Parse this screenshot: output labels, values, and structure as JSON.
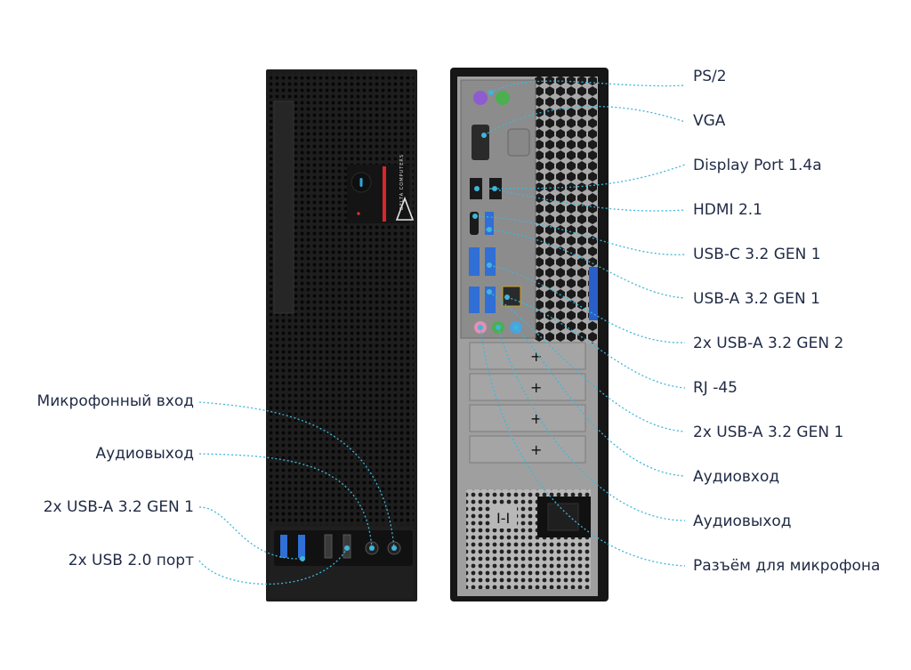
{
  "labels_right": [
    {
      "id": "ps2",
      "text": "PS/2"
    },
    {
      "id": "vga",
      "text": "VGA"
    },
    {
      "id": "displayport",
      "text": "Display Port 1.4a"
    },
    {
      "id": "hdmi",
      "text": "HDMI 2.1"
    },
    {
      "id": "usbc",
      "text": "USB-C 3.2 GEN 1"
    },
    {
      "id": "usba-gen1",
      "text": "USB-A 3.2 GEN 1"
    },
    {
      "id": "usba-gen2-2x",
      "text": "2x USB-A 3.2 GEN 2"
    },
    {
      "id": "rj45",
      "text": "RJ -45"
    },
    {
      "id": "usba-gen1-2x",
      "text": "2x USB-A 3.2 GEN 1"
    },
    {
      "id": "audio-in",
      "text": "Аудиовход"
    },
    {
      "id": "audio-out-rear",
      "text": "Аудиовыход"
    },
    {
      "id": "mic-rear",
      "text": "Разъём для микрофона"
    }
  ],
  "labels_left": [
    {
      "id": "mic-front",
      "text": "Микрофонный вход"
    },
    {
      "id": "audio-out-front",
      "text": "Аудиовыход"
    },
    {
      "id": "usba-front",
      "text": "2x USB-A 3.2 GEN 1"
    },
    {
      "id": "usb2-front",
      "text": "2x USB 2.0 порт"
    }
  ],
  "brand": {
    "text": "DELTA COMPUTERS"
  },
  "colors": {
    "text": "#1f2a44",
    "leader": "#3fb6d9",
    "case": "#1b1b1b",
    "panel": "#a7a7a7",
    "accent": "#d8262c",
    "usb": "#2f6fd6"
  }
}
